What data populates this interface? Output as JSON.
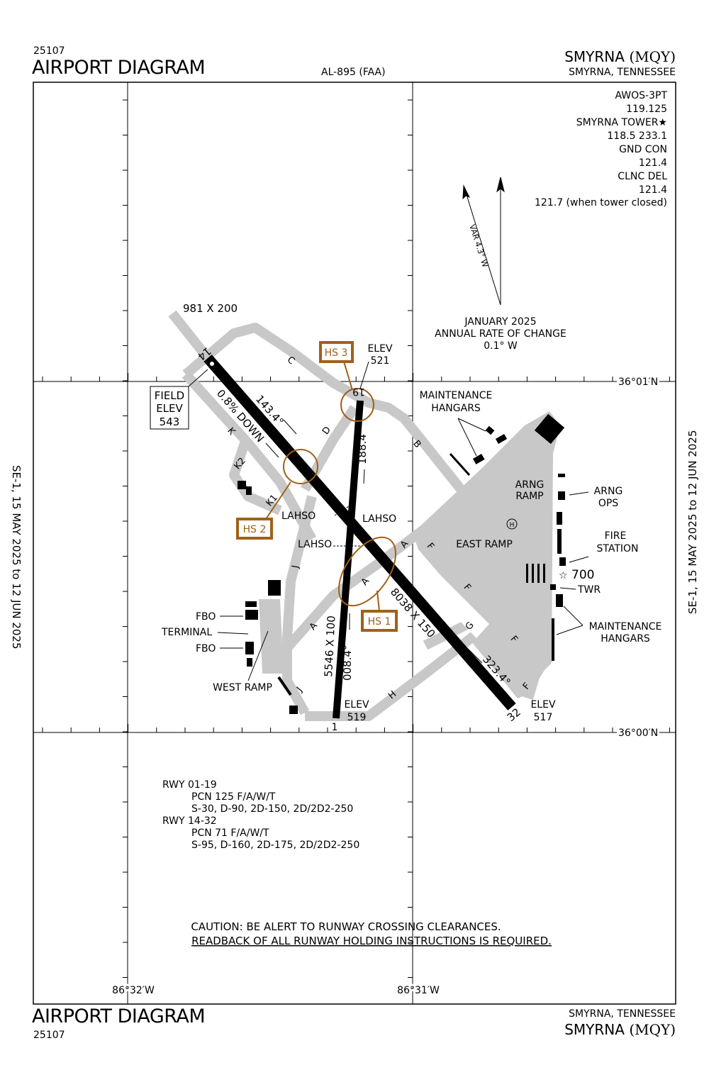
{
  "header": {
    "chart_number": "25107",
    "title": "AIRPORT DIAGRAM",
    "procedure_id": "AL-895 (FAA)",
    "airport_name": "SMYRNA",
    "airport_id": "(MQY)",
    "location": "SMYRNA, TENNESSEE"
  },
  "footer": {
    "title": "AIRPORT DIAGRAM",
    "chart_number": "25107",
    "location": "SMYRNA, TENNESSEE",
    "airport_name": "SMYRNA",
    "airport_id": "(MQY)"
  },
  "effective_dates": "SE-1,  15 MAY 2025  to  12 JUN 2025",
  "frequencies": [
    "AWOS-3PT",
    "119.125",
    "SMYRNA TOWER★",
    "118.5 233.1",
    "GND CON",
    "121.4",
    "CLNC DEL",
    "121.4",
    "121.7 (when tower closed)"
  ],
  "magnetic": {
    "variation": "VAR 4.3° W",
    "rate_line1": "JANUARY 2025",
    "rate_line2": "ANNUAL RATE OF CHANGE",
    "rate_line3": "0.1° W"
  },
  "coords": {
    "lat_north": "36°01′N",
    "lat_south": "36°00′N",
    "lon_west": "86°32′W",
    "lon_east": "86°31′W"
  },
  "runways": {
    "rwy14": "14",
    "rwy32": "32",
    "rwy1": "1",
    "rwy19": "19",
    "size_14_32": "8038 X 150",
    "size_1_19": "5546 X 100",
    "displaced": "981 X 200",
    "hdg_143": "143.4°",
    "hdg_323": "323.4°",
    "hdg_188": "188.4°",
    "hdg_008": "008.4°",
    "slope": "0.8% DOWN"
  },
  "elevations": {
    "field_l1": "FIELD",
    "field_l2": "ELEV",
    "field_val": "543",
    "elev_label": "ELEV",
    "e19": "521",
    "e1": "519",
    "e32": "517"
  },
  "hotspots": [
    "HS 1",
    "HS 2",
    "HS 3"
  ],
  "taxiways": {
    "A": "A",
    "B": "B",
    "C": "C",
    "D": "D",
    "F": "F",
    "G": "G",
    "H": "H",
    "J": "J",
    "K": "K",
    "K1": "K1",
    "K2": "K2"
  },
  "labels": {
    "lahso": "LAHSO",
    "maint_l1": "MAINTENANCE",
    "maint_l2": "HANGARS",
    "arng_ramp_l1": "ARNG",
    "arng_ramp_l2": "RAMP",
    "arng_ops_l1": "ARNG",
    "arng_ops_l2": "OPS",
    "fire_l1": "FIRE",
    "fire_l2": "STATION",
    "tower_height": "700",
    "twr": "TWR",
    "east_ramp": "EAST RAMP",
    "west_ramp": "WEST RAMP",
    "fbo": "FBO",
    "terminal": "TERMINAL",
    "heliport": "H"
  },
  "pcn_notes": {
    "rwy1": "RWY 01-19",
    "rwy1_pcn": "PCN 125 F/A/W/T",
    "rwy1_wt": "S-30, D-90, 2D-150, 2D/2D2-250",
    "rwy2": "RWY 14-32",
    "rwy2_pcn": "PCN 71 F/A/W/T",
    "rwy2_wt": "S-95, D-160, 2D-175, 2D/2D2-250"
  },
  "caution": {
    "line1": "CAUTION: BE ALERT TO RUNWAY CROSSING CLEARANCES.",
    "line2": "READBACK OF ALL RUNWAY HOLDING INSTRUCTIONS IS REQUIRED."
  },
  "colors": {
    "hotspot": "#a0601a",
    "pavement": "#c8c8c8",
    "runway": "#000000"
  }
}
